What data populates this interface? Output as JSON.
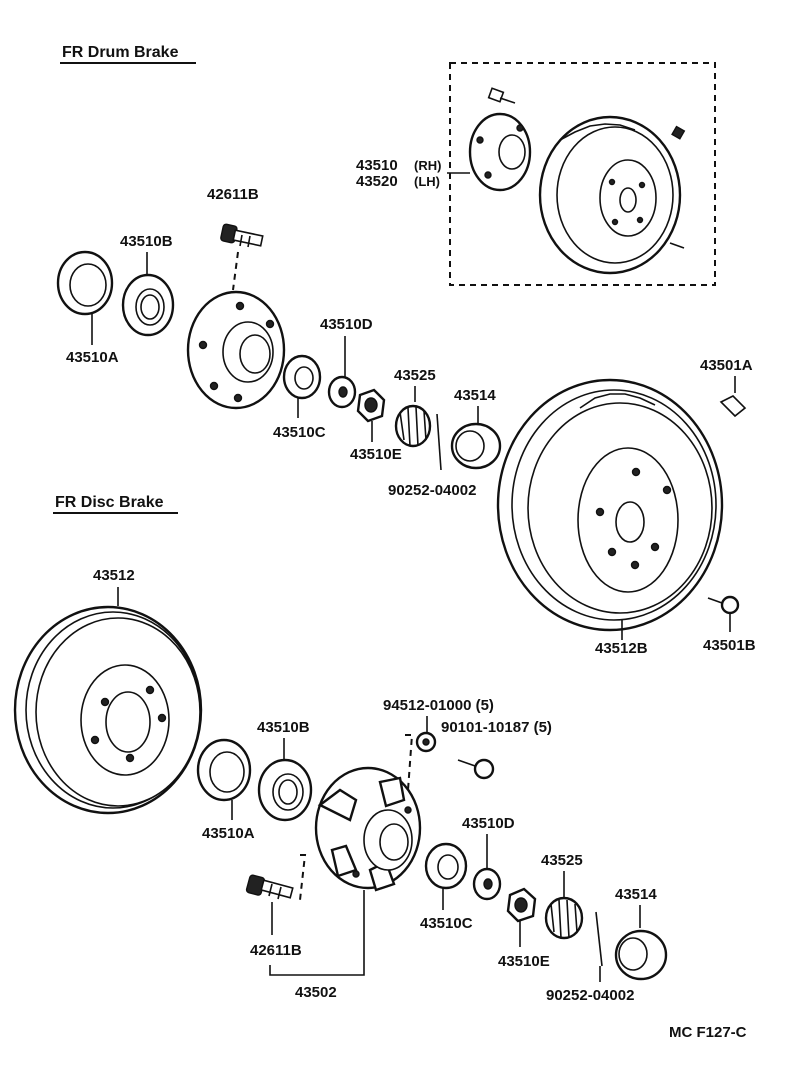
{
  "sections": {
    "drum": "FR  Drum Brake",
    "disc": "FR  Disc Brake"
  },
  "drum_labels": {
    "p43510": "43510",
    "p43510_side": "(RH)",
    "p43520": "43520",
    "p43520_side": "(LH)",
    "p42611B": "42611B",
    "p43510B": "43510B",
    "p43510A": "43510A",
    "p43510D": "43510D",
    "p43501A": "43501A",
    "p43525": "43525",
    "p43514": "43514",
    "p43510C": "43510C",
    "p43510E": "43510E",
    "p90252": "90252-04002",
    "p43512B": "43512B",
    "p43501B": "43501B"
  },
  "disc_labels": {
    "p43512": "43512",
    "p94512": "94512-01000 (5)",
    "p90101": "90101-10187 (5)",
    "p43510B": "43510B",
    "p43510A": "43510A",
    "p43510D": "43510D",
    "p43525": "43525",
    "p43514": "43514",
    "p43510C": "43510C",
    "p43510E": "43510E",
    "p42611B": "42611B",
    "p43502": "43502",
    "p90252": "90252-04002"
  },
  "footer": {
    "code": "MC F127-C"
  }
}
